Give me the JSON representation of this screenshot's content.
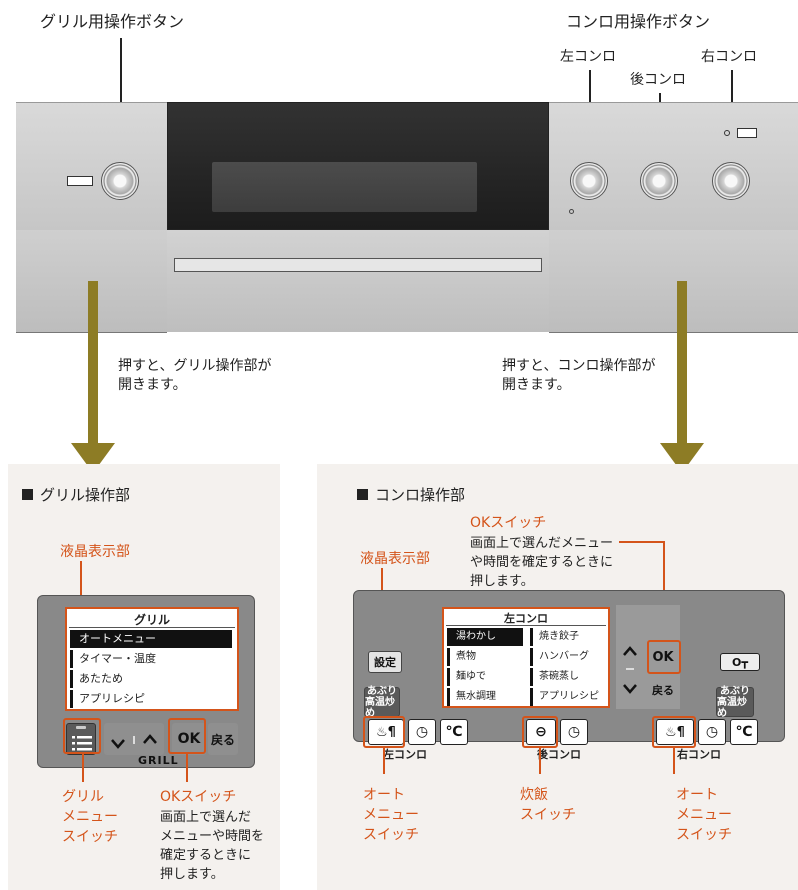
{
  "top": {
    "grill_buttons_label": "グリル用操作ボタン",
    "konro_buttons_label": "コンロ用操作ボタン",
    "left_konro": "左コンロ",
    "rear_konro": "後コンロ",
    "right_konro": "右コンロ"
  },
  "notes": {
    "grill_press": [
      "押すと、グリル操作部が",
      "開きます。"
    ],
    "konro_press": [
      "押すと、コンロ操作部が",
      "開きます。"
    ]
  },
  "grill_panel": {
    "heading": "グリル操作部",
    "lcd_label": "液晶表示部",
    "lcd_title": "グリル",
    "lcd_items": [
      "オートメニュー",
      "タイマー・温度",
      "あたため",
      "アプリレシピ"
    ],
    "ok": "OK",
    "back": "戻る",
    "badge": "GRILL",
    "callout_menu": [
      "グリル",
      "メニュー",
      "スイッチ"
    ],
    "callout_ok_title": "OKスイッチ",
    "callout_ok_desc": [
      "画面上で選んだ",
      "メニューや時間を",
      "確定するときに",
      "押します。"
    ]
  },
  "konro_panel": {
    "heading": "コンロ操作部",
    "lcd_label": "液晶表示部",
    "ok_title": "OKスイッチ",
    "ok_desc": [
      "画面上で選んだメニュー",
      "や時間を確定するときに",
      "押します。"
    ],
    "lcd_title": "左コンロ",
    "lcd_col1": [
      "湯わかし",
      "煮物",
      "麺ゆで",
      "無水調理"
    ],
    "lcd_col2": [
      "焼き餃子",
      "ハンバーグ",
      "茶碗蒸し",
      "アプリレシピ"
    ],
    "settei": "設定",
    "aburi": [
      "あぶり",
      "高温炒め"
    ],
    "ok": "OK",
    "back": "戻る",
    "left_label": "左コンロ",
    "rear_label": "後コンロ",
    "right_label": "右コンロ",
    "callout_auto": [
      "オート",
      "メニュー",
      "スイッチ"
    ],
    "callout_rice": [
      "炊飯",
      "スイッチ"
    ]
  },
  "colors": {
    "accent": "#d4541a",
    "arrow": "#8d7c25"
  }
}
